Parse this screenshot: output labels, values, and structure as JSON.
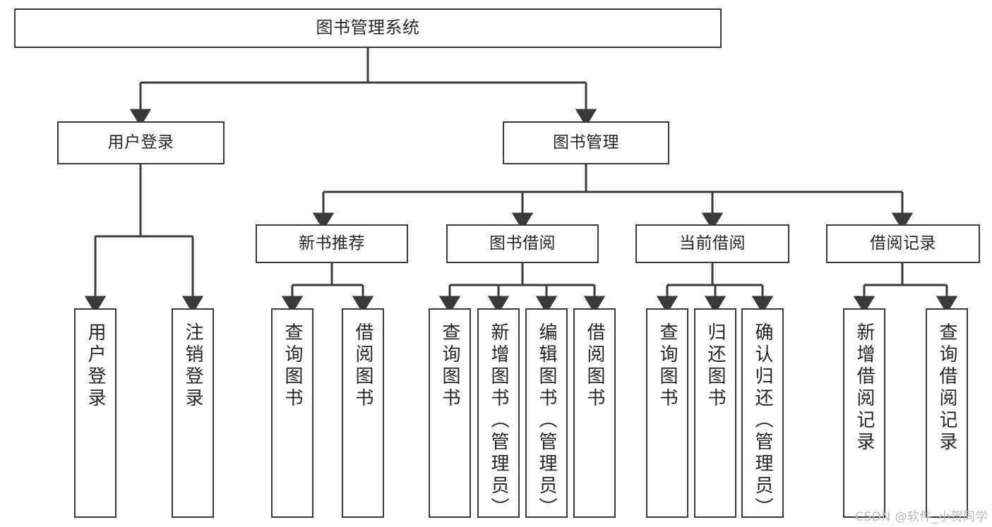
{
  "diagram": {
    "title": "图书管理系统",
    "type": "tree-hierarchy",
    "stroke_color": "#3a3a3a",
    "text_color": "#262626",
    "background_color": "#ffffff"
  },
  "root": {
    "label": "图书管理系统"
  },
  "level1": [
    {
      "label": "用户登录"
    },
    {
      "label": "图书管理"
    }
  ],
  "level2": [
    {
      "label": "新书推荐"
    },
    {
      "label": "图书借阅"
    },
    {
      "label": "当前借阅"
    },
    {
      "label": "借阅记录"
    }
  ],
  "leaves": {
    "user_login": [
      {
        "label": "用户登录"
      },
      {
        "label": "注销登录"
      }
    ],
    "new_book": [
      {
        "label": "查询图书"
      },
      {
        "label": "借阅图书"
      }
    ],
    "borrow_book": [
      {
        "label": "查询图书"
      },
      {
        "label": "新增图书（管理员）"
      },
      {
        "label": "编辑图书（管理员）"
      },
      {
        "label": "借阅图书"
      }
    ],
    "current_borrow": [
      {
        "label": "查询图书"
      },
      {
        "label": "归还图书"
      },
      {
        "label": "确认归还（管理员）"
      }
    ],
    "borrow_record": [
      {
        "label": "新增借阅记录"
      },
      {
        "label": "查询借阅记录"
      }
    ]
  },
  "watermark": {
    "text": "CSDN @软件_小贺同学"
  }
}
